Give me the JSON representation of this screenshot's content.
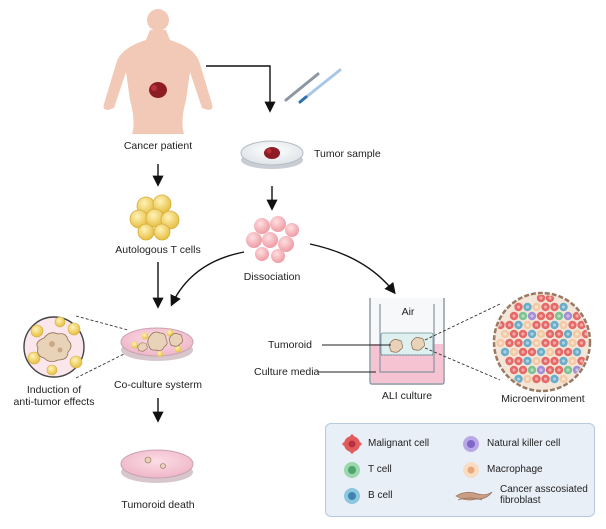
{
  "labels": {
    "cancer_patient": "Cancer patient",
    "tumor_sample": "Tumor sample",
    "autologous_t_cells": "Autologous T cells",
    "dissociation": "Dissociation",
    "air": "Air",
    "tumoroid": "Tumoroid",
    "culture_media": "Culture media",
    "induction_line1": "Induction of",
    "induction_line2": "anti-tumor effects",
    "coculture": "Co-culture systerm",
    "ali_culture": "ALI culture",
    "microenvironment": "Microenvironment",
    "tumoroid_death": "Tumoroid death"
  },
  "legend": {
    "malignant_cell": "Malignant cell",
    "natural_killer_cell": "Natural killer cell",
    "t_cell": "T cell",
    "macrophage": "Macrophage",
    "b_cell": "B cell",
    "caf_line1": "Cancer asscosiated",
    "caf_line2": "fibroblast"
  },
  "colors": {
    "malignant": "#e25b5b",
    "nk": "#9a85d6",
    "t_cell": "#6fbf8a",
    "macrophage": "#f4c6a0",
    "b_cell": "#5aa6c9",
    "fibroblast": "#b9876a",
    "media_pink": "#f6c3d2",
    "legend_bg": "#e9eff7"
  }
}
